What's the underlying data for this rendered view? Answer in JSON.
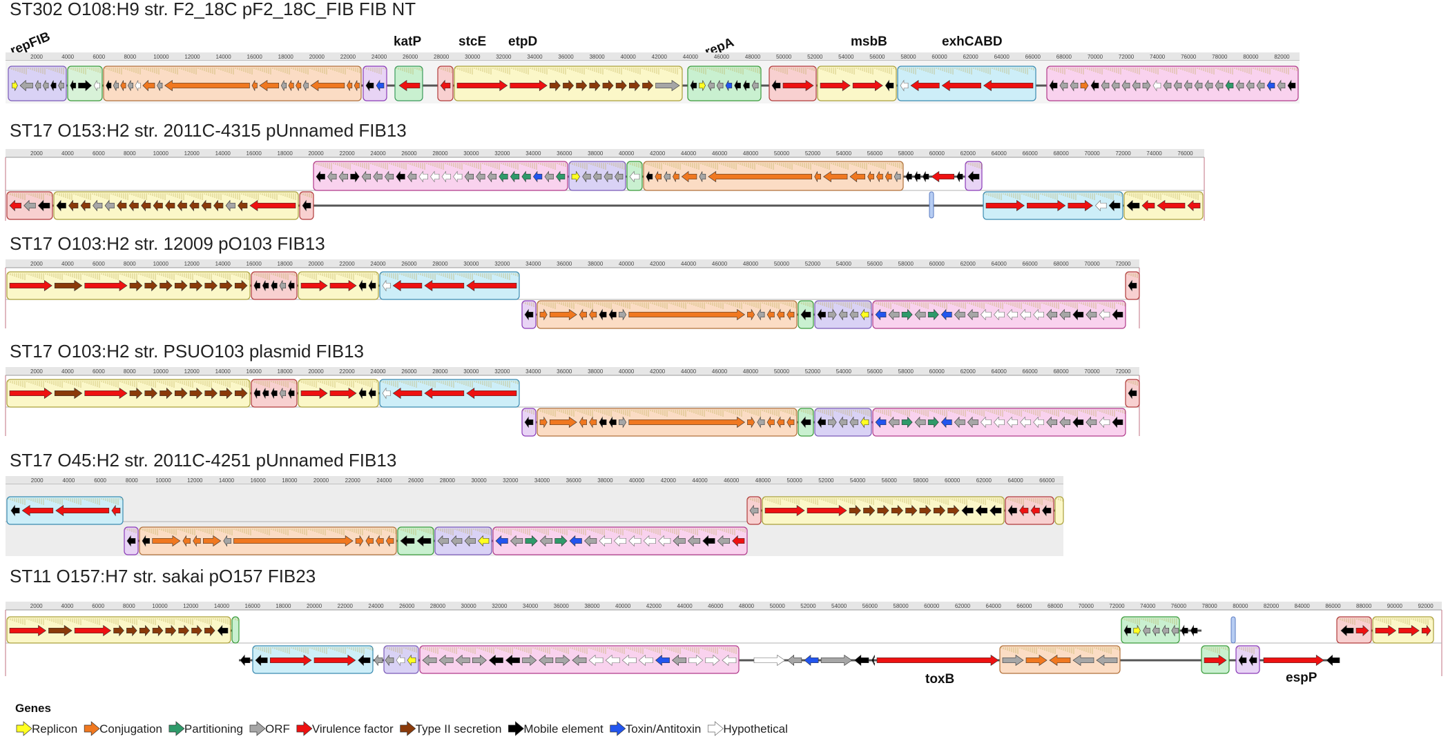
{
  "colors": {
    "replicon": "#ffff22",
    "conjugation": "#f07820",
    "partitioning": "#2f9a6a",
    "orf": "#a6a6a6",
    "virulence": "#ee1111",
    "type2": "#8a3a0a",
    "mobile": "#000000",
    "toxin": "#2255ee",
    "hypothetical": "#ffffff"
  },
  "block_colors": {
    "replicon": "#d9d2f5",
    "mobile": "#d8f2d8",
    "conjugation": "#fbdcc4",
    "virulence": "#f8d0d0",
    "type2": "#fbf7c8",
    "exh": "#cdeef8",
    "hyp": "#f9d2ee",
    "green": "#c9f0d0",
    "small": "#e8d4f5"
  },
  "tracks": [
    {
      "title": "ST302 O108:H9 str. F2_18C pF2_18C_FIB FIB NT",
      "genes": [
        {
          "label": "repFIB"
        },
        {
          "label": "katP"
        },
        {
          "label": "stcE"
        },
        {
          "label": "etpD"
        },
        {
          "label": "repA"
        },
        {
          "label": "msbB"
        },
        {
          "label": "exhCABD"
        }
      ],
      "ticks": [
        "2000",
        "4000",
        "6000",
        "8000",
        "10000",
        "12000",
        "14000",
        "16000",
        "18000",
        "20000",
        "22000",
        "24000",
        "26000",
        "28000",
        "30000",
        "32000",
        "34000",
        "36000",
        "38000",
        "40000",
        "42000",
        "44000",
        "46000",
        "48000",
        "50000",
        "52000",
        "54000",
        "56000",
        "58000",
        "60000",
        "62000",
        "64000",
        "66000",
        "68000",
        "70000",
        "72000",
        "74000",
        "76000",
        "78000",
        "80000",
        "82000"
      ]
    },
    {
      "title": "ST17 O153:H2 str. 2011C-4315 pUnnamed FIB13",
      "genes": [],
      "ticks": [
        "2000",
        "4000",
        "6000",
        "8000",
        "10000",
        "12000",
        "14000",
        "16000",
        "18000",
        "20000",
        "22000",
        "24000",
        "26000",
        "28000",
        "30000",
        "32000",
        "34000",
        "36000",
        "38000",
        "40000",
        "42000",
        "44000",
        "46000",
        "48000",
        "50000",
        "52000",
        "54000",
        "56000",
        "58000",
        "60000",
        "62000",
        "64000",
        "66000",
        "68000",
        "70000",
        "72000",
        "74000",
        "76000"
      ]
    },
    {
      "title": "ST17 O103:H2 str. 12009 pO103 FIB13",
      "genes": [],
      "ticks": [
        "2000",
        "4000",
        "6000",
        "8000",
        "10000",
        "12000",
        "14000",
        "16000",
        "18000",
        "20000",
        "22000",
        "24000",
        "26000",
        "28000",
        "30000",
        "32000",
        "34000",
        "36000",
        "38000",
        "40000",
        "42000",
        "44000",
        "46000",
        "48000",
        "50000",
        "52000",
        "54000",
        "56000",
        "58000",
        "60000",
        "62000",
        "64000",
        "66000",
        "68000",
        "70000",
        "72000"
      ]
    },
    {
      "title": "ST17 O103:H2 str. PSUO103 plasmid FIB13",
      "genes": [],
      "ticks": [
        "2000",
        "4000",
        "6000",
        "8000",
        "10000",
        "12000",
        "14000",
        "16000",
        "18000",
        "20000",
        "22000",
        "24000",
        "26000",
        "28000",
        "30000",
        "32000",
        "34000",
        "36000",
        "38000",
        "40000",
        "42000",
        "44000",
        "46000",
        "48000",
        "50000",
        "52000",
        "54000",
        "56000",
        "58000",
        "60000",
        "62000",
        "64000",
        "66000",
        "68000",
        "70000",
        "72000"
      ]
    },
    {
      "title": "ST17 O45:H2 str. 2011C-4251 pUnnamed FIB13",
      "genes": [],
      "ticks": [
        "2000",
        "4000",
        "6000",
        "8000",
        "10000",
        "12000",
        "14000",
        "16000",
        "18000",
        "20000",
        "22000",
        "24000",
        "26000",
        "28000",
        "30000",
        "32000",
        "34000",
        "36000",
        "38000",
        "40000",
        "42000",
        "44000",
        "46000",
        "48000",
        "50000",
        "52000",
        "54000",
        "56000",
        "58000",
        "60000",
        "62000",
        "64000",
        "66000"
      ]
    },
    {
      "title": "ST11 O157:H7 str. sakai pO157 FIB23",
      "genes": [
        {
          "label": "toxB"
        },
        {
          "label": "espP"
        }
      ],
      "ticks": [
        "2000",
        "4000",
        "6000",
        "8000",
        "10000",
        "12000",
        "14000",
        "16000",
        "18000",
        "20000",
        "22000",
        "24000",
        "26000",
        "28000",
        "30000",
        "32000",
        "34000",
        "36000",
        "38000",
        "40000",
        "42000",
        "44000",
        "46000",
        "48000",
        "50000",
        "52000",
        "54000",
        "56000",
        "58000",
        "60000",
        "62000",
        "64000",
        "66000",
        "68000",
        "70000",
        "72000",
        "74000",
        "76000",
        "78000",
        "80000",
        "82000",
        "84000",
        "86000",
        "88000",
        "90000",
        "92000"
      ]
    }
  ],
  "legend": {
    "title": "Genes",
    "items": [
      {
        "label": "Replicon",
        "color": "#ffff22"
      },
      {
        "label": "Conjugation",
        "color": "#f07820"
      },
      {
        "label": "Partitioning",
        "color": "#2f9a6a"
      },
      {
        "label": "ORF",
        "color": "#a6a6a6"
      },
      {
        "label": "Virulence factor",
        "color": "#ee1111"
      },
      {
        "label": "Type II secretion",
        "color": "#8a3a0a"
      },
      {
        "label": "Mobile element",
        "color": "#000000"
      },
      {
        "label": "Toxin/Antitoxin",
        "color": "#2255ee"
      },
      {
        "label": "Hypothetical",
        "color": "#ffffff"
      }
    ]
  }
}
